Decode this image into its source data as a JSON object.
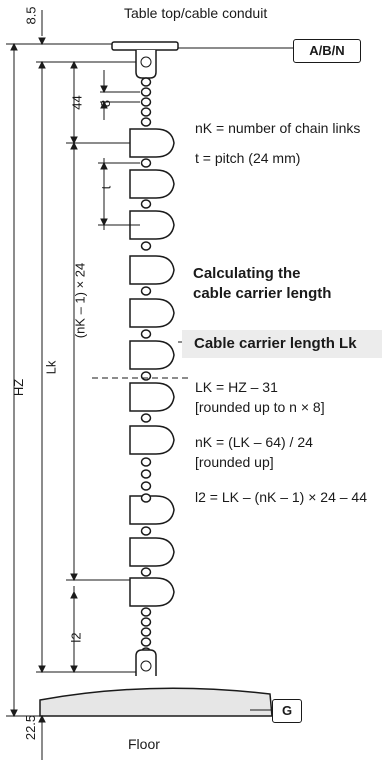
{
  "labels": {
    "table_top": "Table top/cable conduit",
    "floor": "Floor",
    "connector_top": "A/B/N",
    "connector_bottom": "G"
  },
  "legend": {
    "nk": "nK = number of chain links",
    "t": "t  = pitch (24 mm)"
  },
  "calculation": {
    "title_line1": "Calculating the",
    "title_line2": "cable carrier length",
    "section_title": "Cable carrier length Lk",
    "formula_lk": "LK = HZ – 31",
    "formula_lk_note": "[rounded up to n × 8]",
    "formula_nk": "nK = (LK – 64) / 24",
    "formula_nk_note": "[rounded up]",
    "formula_l2": "l2 = LK – (nK – 1) × 24 – 44"
  },
  "dimensions": {
    "top_offset": "8.5",
    "bottom_offset": "22.5",
    "hz": "HZ",
    "lk": "Lk",
    "middle": "(nK – 1) × 24",
    "upper": "44",
    "link_pitch": "8",
    "pitch": "t",
    "l2": "l2"
  },
  "colors": {
    "line": "#1a1a1a",
    "fill": "#ffffff",
    "base_fill": "#e6e6e6",
    "section_bg": "#ececec"
  }
}
